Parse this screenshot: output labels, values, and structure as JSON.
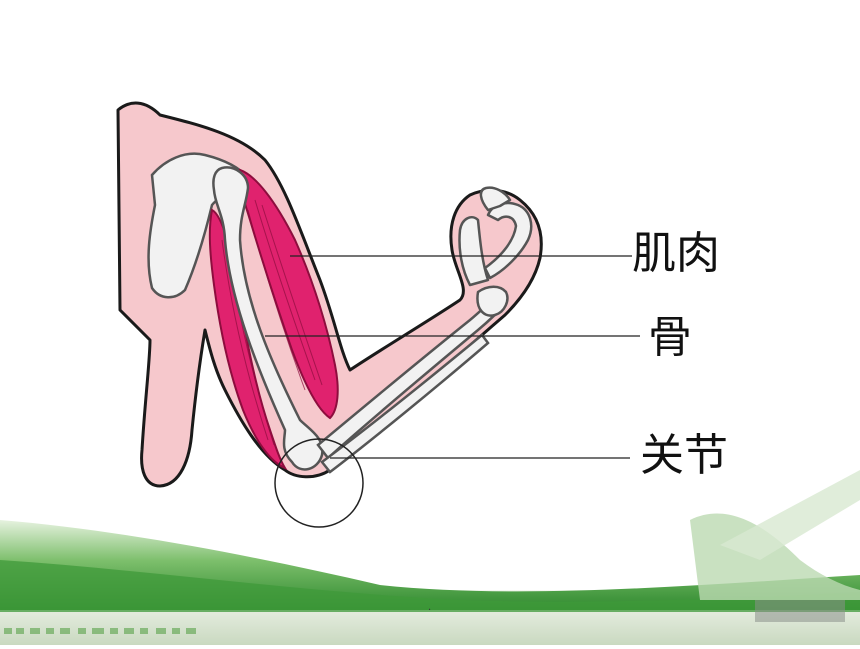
{
  "labels": {
    "muscle": "肌肉",
    "bone": "骨",
    "joint": "关节"
  },
  "footer": {
    "dot": "."
  },
  "colors": {
    "skin": "#f6c8cc",
    "skin_outline": "#1a1a1a",
    "muscle": "#e0226e",
    "muscle_dark": "#b0124e",
    "bone": "#f2f2f2",
    "bone_outline": "#555555",
    "grass": "#3f9a3a",
    "grass_light": "#cfe8c4",
    "leader_line": "#222222"
  }
}
